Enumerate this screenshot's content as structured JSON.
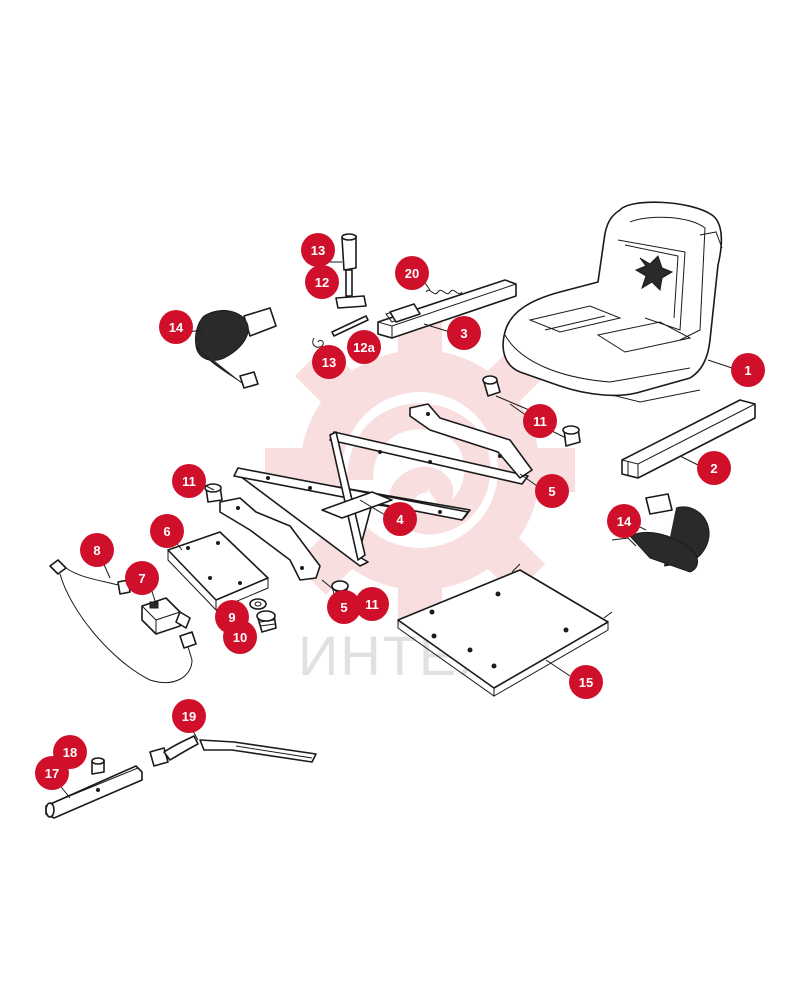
{
  "watermark": {
    "text": "ИНТЕХ",
    "color": "#f4c4c4"
  },
  "badge_color": "#d0102b",
  "callouts": {
    "c1": "1",
    "c2": "2",
    "c3": "3",
    "c4": "4",
    "c5a": "5",
    "c5b": "5",
    "c6": "6",
    "c7": "7",
    "c8": "8",
    "c9": "9",
    "c10": "10",
    "c11a": "11",
    "c11b": "11",
    "c11c": "11",
    "c12": "12",
    "c12a": "12a",
    "c13a": "13",
    "c13b": "13",
    "c14a": "14",
    "c14b": "14",
    "c15": "15",
    "c17": "17",
    "c18": "18",
    "c19": "19",
    "c20": "20"
  }
}
